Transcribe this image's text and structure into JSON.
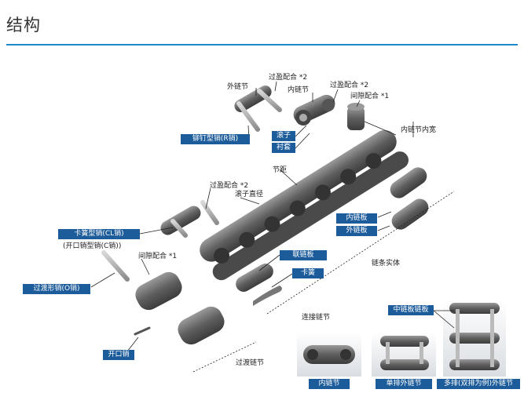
{
  "page": {
    "title": "结构"
  },
  "labels": {
    "outer_link": "外链节",
    "interference_fit_1": "过盈配合 *2",
    "inner_link": "内链节",
    "interference_fit_2": "过盈配合 *2",
    "clearance_fit_1": "间隙配合 *1",
    "inner_width": "内链节内宽",
    "pitch": "节距",
    "roller_dia": "滚子直径",
    "interference_fit_3": "过盈配合 *2",
    "open_pin": "(开口销型销(C销))",
    "clearance_fit_2": "间隙配合 *1",
    "chain_body": "链条实体",
    "connect_link": "连接链节",
    "offset_link": "过渡链节"
  },
  "boxes": {
    "rivet_pin": "铆钉型销(R销)",
    "roller": "滚子",
    "bush": "衬套",
    "inner_plate": "内链板",
    "outer_plate": "外链板",
    "clip_pin": "卡簧型销(CL销)",
    "connect_plate": "联链板",
    "spring_clip": "卡簧",
    "offset_pin": "过渡形销(O销)",
    "cotter_pin": "开口销",
    "middle_plate": "中链板链板",
    "inner_link_photo": "内链节",
    "single_outer_link": "单排外链节",
    "multi_outer_link": "多排(双排为例)外链节"
  },
  "colors": {
    "accent": "#1e88c8",
    "box": "#1d5c9a",
    "metal": "#6b6b6b"
  }
}
